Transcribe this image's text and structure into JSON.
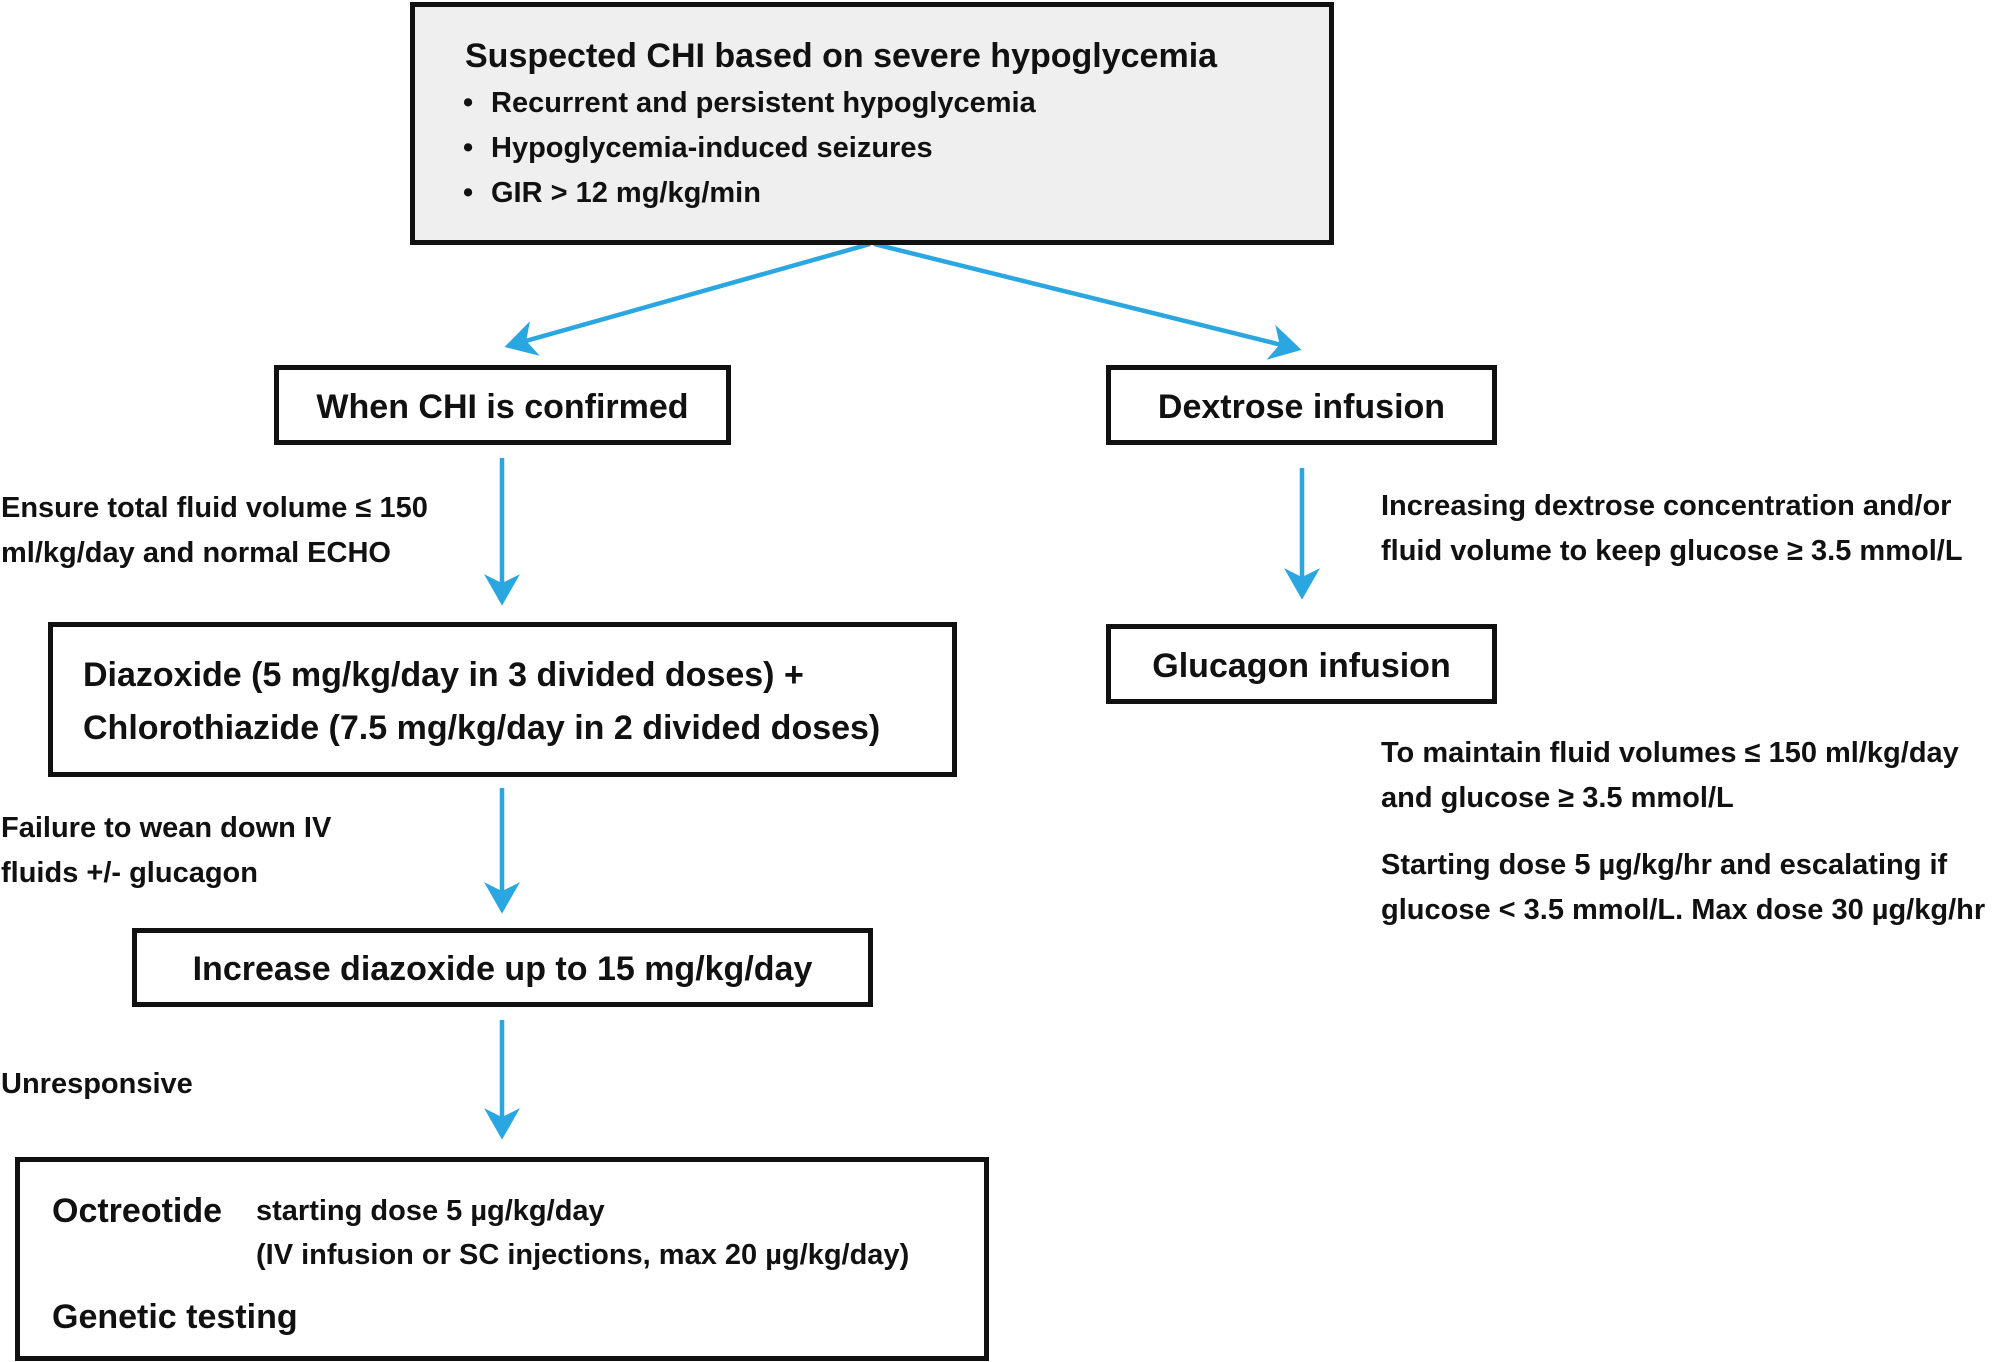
{
  "top_box": {
    "title": "Suspected CHI based on severe hypoglycemia",
    "bullets": [
      "Recurrent and persistent hypoglycemia",
      "Hypoglycemia-induced seizures",
      "GIR > 12 mg/kg/min"
    ]
  },
  "left_branch": {
    "confirmed_box": "When CHI is confirmed",
    "note_fluid": [
      "Ensure total fluid volume ≤ 150",
      "ml/kg/day and normal ECHO"
    ],
    "diazoxide_box": [
      "Diazoxide (5 mg/kg/day in 3 divided doses) +",
      "Chlorothiazide (7.5 mg/kg/day in 2 divided doses)"
    ],
    "note_failure": [
      "Failure to wean down IV",
      "fluids +/- glucagon"
    ],
    "increase_box": "Increase diazoxide up to 15 mg/kg/day",
    "note_unresponsive": "Unresponsive",
    "octreotide_box": {
      "octreotide_label": "Octreotide",
      "dose_line_1": "starting dose 5 µg/kg/day",
      "dose_line_2": "(IV infusion or SC injections, max 20 µg/kg/day)",
      "genetic_label": "Genetic testing"
    }
  },
  "right_branch": {
    "dextrose_box": "Dextrose infusion",
    "note_dextrose": [
      "Increasing dextrose concentration and/or",
      "fluid volume to keep glucose ≥ 3.5 mmol/L"
    ],
    "glucagon_box": "Glucagon infusion",
    "note_maintain": [
      "To maintain fluid volumes ≤ 150 ml/kg/day",
      "and glucose ≥ 3.5 mmol/L"
    ],
    "note_starting": [
      "Starting dose 5 µg/kg/hr and escalating if",
      "glucose < 3.5 mmol/L. Max dose 30 µg/kg/hr"
    ]
  },
  "colors": {
    "arrow": "#2aa7e0",
    "top_box_fill": "#efefef",
    "border": "#111111"
  }
}
